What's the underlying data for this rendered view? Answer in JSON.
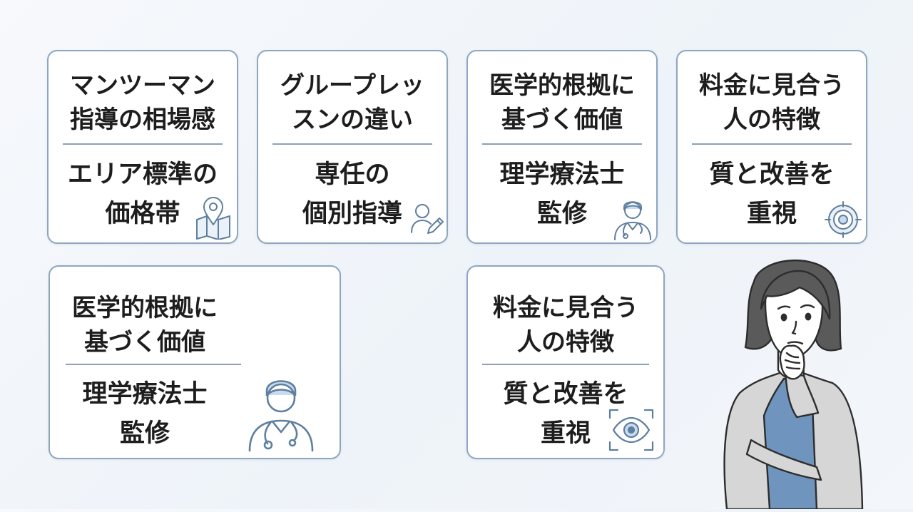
{
  "cards": [
    {
      "title": "マンツーマン\n指導の相場感",
      "body": "エリア標準の\n価格帯",
      "icon": "map-pin-icon"
    },
    {
      "title": "グループレッ\nスンの違い",
      "body": "専任の\n個別指導",
      "icon": "user-edit-icon"
    },
    {
      "title": "医学的根拠に\n基づく価値",
      "body": "理学療法士\n監修",
      "icon": "doctor-icon"
    },
    {
      "title": "料金に見合う\n人の特徴",
      "body": "質と改善を\n重視",
      "icon": "target-icon"
    },
    {
      "title": "医学的根拠に\n基づく価値",
      "body": "理学療法士\n監修",
      "icon": "doctor-icon"
    },
    {
      "title": "料金に見合う\n人の特徴",
      "body": "質と改善を\n重視",
      "icon": "eye-scan-icon"
    }
  ],
  "illustration": {
    "icon": "thinking-woman-illustration"
  },
  "colors": {
    "card_border": "#8da6c1",
    "divider": "#8aa1b8",
    "icon_stroke": "#5f7f9f",
    "icon_fill": "#c9dcef",
    "text": "#1d1d1d",
    "shirt": "#6f95bf",
    "cardigan": "#d6d6d6",
    "hair": "#5a5a5a"
  }
}
